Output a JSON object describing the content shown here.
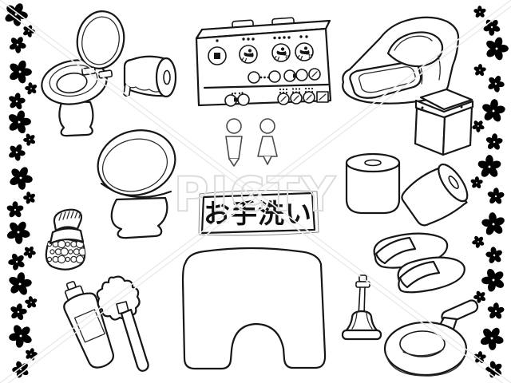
{
  "page": {
    "background": "#ffffff",
    "ink_color": "#161616",
    "description_of_pixels": "hand-drawn black-and-white clipart set of Japanese restroom / toilet items with black flower borders on left and right edges"
  },
  "decoration": {
    "flower_color": "#000000",
    "left_border": "vertical-flower-column",
    "right_border": "vertical-flower-column"
  },
  "watermark": {
    "text": "PICTY",
    "color": "#dcdcdc"
  },
  "sign": {
    "text": "お手洗い"
  },
  "illustrations": [
    {
      "name": "western-toilet-open-lid-icon"
    },
    {
      "name": "toilet-paper-roll-side-icon"
    },
    {
      "name": "washlet-control-panel-icon"
    },
    {
      "name": "squat-toilet-icon"
    },
    {
      "name": "step-stool-box-icon"
    },
    {
      "name": "toilet-bowl-closed-lid-icon"
    },
    {
      "name": "restroom-pictogram-figures-icon"
    },
    {
      "name": "restroom-sign"
    },
    {
      "name": "toilet-paper-roll-upright-icon"
    },
    {
      "name": "toilet-paper-roll-tilted-icon"
    },
    {
      "name": "air-freshener-beads-icon"
    },
    {
      "name": "toilet-cleaner-tube-icon"
    },
    {
      "name": "toilet-brush-icon"
    },
    {
      "name": "toilet-floor-mat-icon"
    },
    {
      "name": "toilet-slippers-icon"
    },
    {
      "name": "plunger-icon"
    },
    {
      "name": "potty-training-seat-icon"
    }
  ]
}
